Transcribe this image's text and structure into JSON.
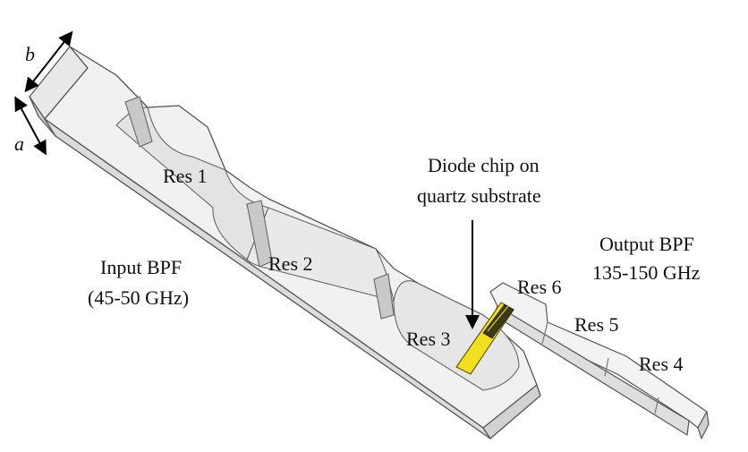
{
  "dimensions": {
    "a": "a",
    "b": "b"
  },
  "resonators": {
    "res1": "Res 1",
    "res2": "Res 2",
    "res3": "Res 3",
    "res4": "Res 4",
    "res5": "Res 5",
    "res6": "Res 6"
  },
  "input_filter": {
    "line1": "Input BPF",
    "line2": "(45-50 GHz)"
  },
  "output_filter": {
    "line1": "Output BPF",
    "line2": "135-150 GHz"
  },
  "diode_note": {
    "line1": "Diode chip on",
    "line2": "quartz substrate"
  },
  "colors": {
    "waveguide_top": "#f1f1f1",
    "waveguide_side": "#dedede",
    "waveguide_edge": "#555555",
    "chip": "#f0e020"
  }
}
